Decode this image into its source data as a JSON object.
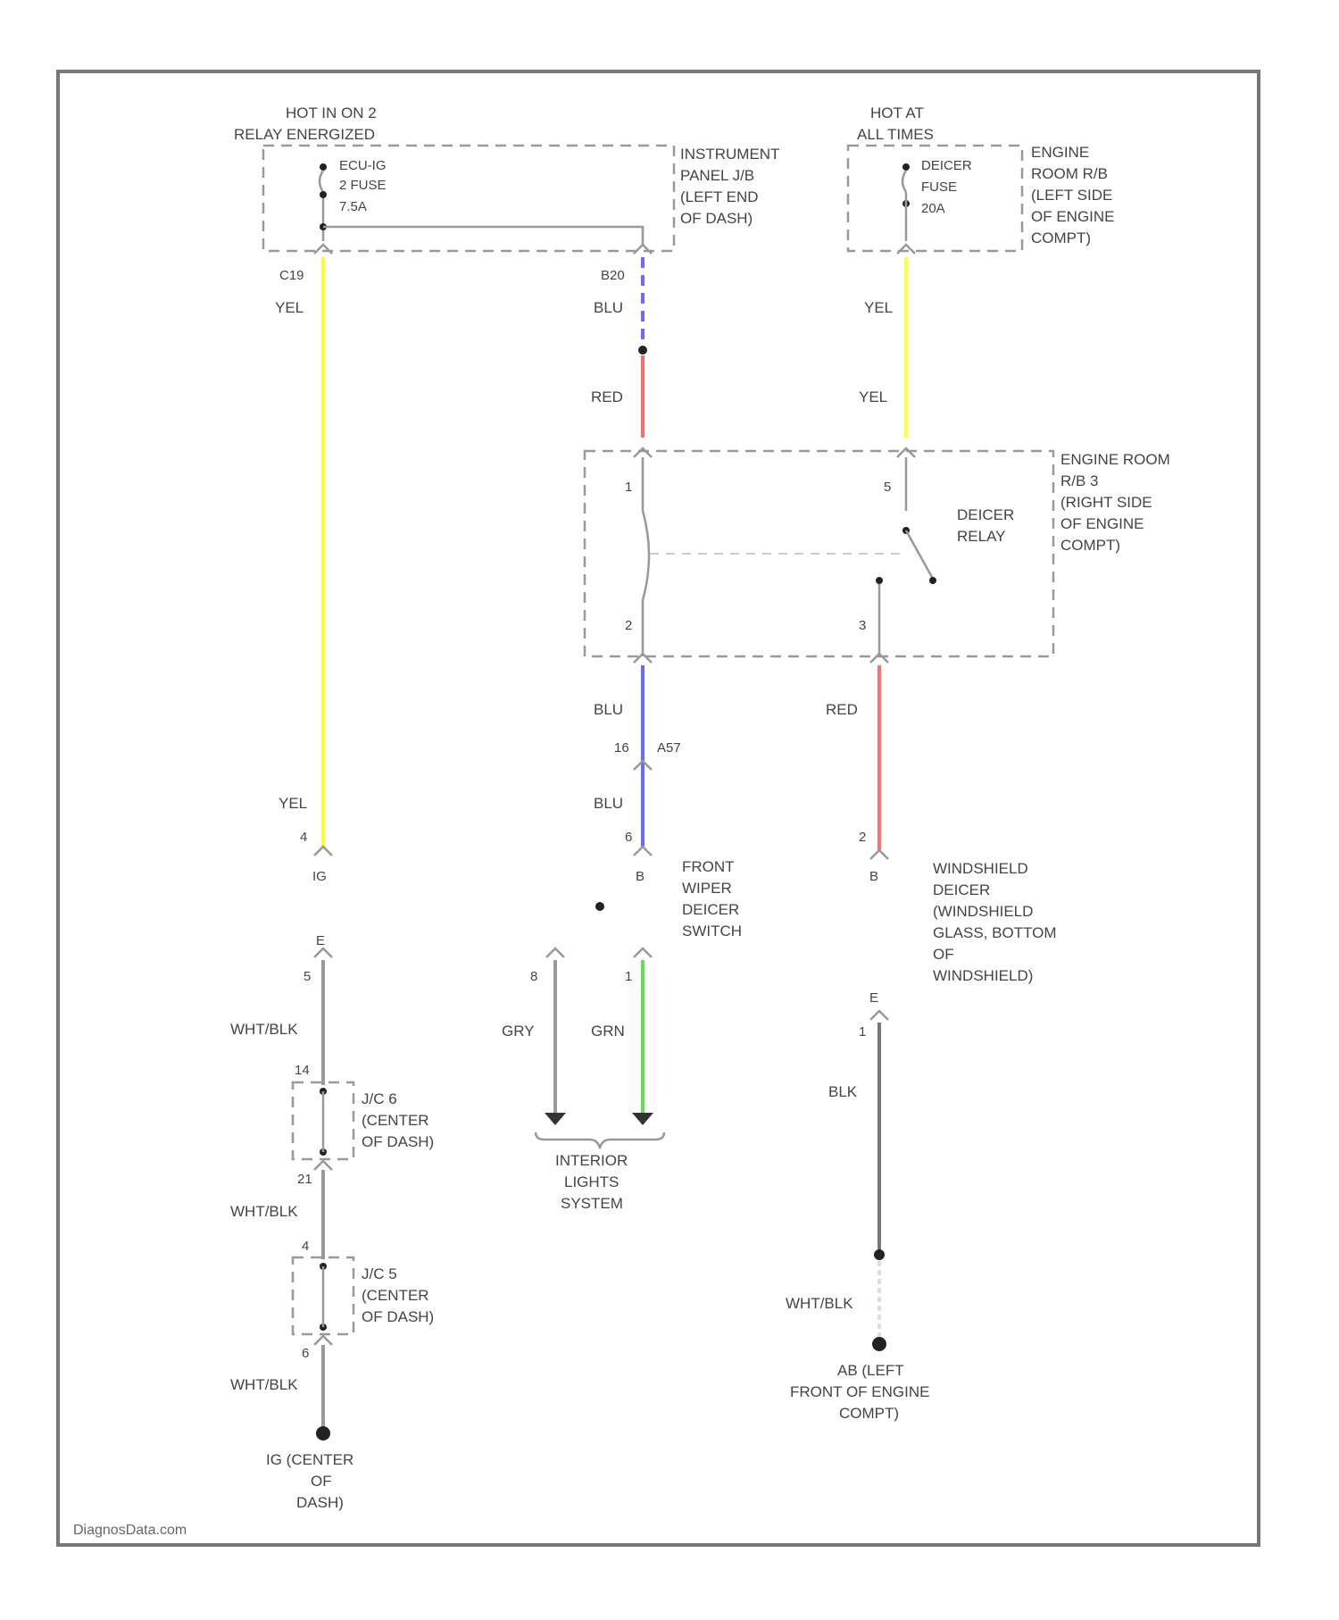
{
  "colors": {
    "yellow": "#ffff33",
    "blue": "#6b6bff",
    "red": "#ff6f6f",
    "green": "#66dd55",
    "gray": "#777777",
    "line": "#999999",
    "frame": "#777777"
  },
  "icons": [
    "fuse-icon",
    "relay-coil-icon",
    "relay-switch-icon",
    "ground-icon",
    "connector-icon"
  ],
  "power": {
    "left": {
      "heading": [
        "HOT IN ON 2",
        "RELAY ENERGIZED"
      ],
      "fuse": [
        "ECU-IG",
        "2 FUSE",
        "7.5A"
      ],
      "panel": [
        "INSTRUMENT",
        "PANEL J/B",
        "(LEFT END",
        "OF DASH)"
      ]
    },
    "right": {
      "heading": [
        "HOT AT",
        "ALL TIMES"
      ],
      "fuse": [
        "DEICER",
        "FUSE",
        "20A"
      ],
      "panel": [
        "ENGINE",
        "ROOM R/B",
        "(LEFT SIDE",
        "OF ENGINE",
        "COMPT)"
      ]
    }
  },
  "pins": {
    "c19": "C19",
    "b20": "B20",
    "relay_1": "1",
    "relay_5": "5",
    "relay_2": "2",
    "relay_3": "3",
    "a57_16": "16",
    "a57": "A57",
    "sw_4": "4",
    "sw_6": "6",
    "sw_5": "5",
    "sw_8": "8",
    "sw_1": "1",
    "def_2": "2",
    "def_1": "1",
    "jc6_top": "14",
    "jc6_bot": "21",
    "jc5_top": "4",
    "jc5_bot": "6"
  },
  "wire_labels": {
    "yel_left_top": "YEL",
    "yel_left_bottom": "YEL",
    "blu_1": "BLU",
    "red_1": "RED",
    "yel_right_1": "YEL",
    "yel_right_2": "YEL",
    "blu_2": "BLU",
    "blu_3": "BLU",
    "red_2": "RED",
    "wht_blk_1": "WHT/BLK",
    "wht_blk_2": "WHT/BLK",
    "wht_blk_3": "WHT/BLK",
    "gry": "GRY",
    "grn": "GRN",
    "blk": "BLK",
    "wht_blk_4": "WHT/BLK"
  },
  "relay": {
    "box": [
      "ENGINE ROOM",
      "R/B 3",
      "(RIGHT SIDE",
      "OF ENGINE",
      "COMPT)"
    ],
    "label": [
      "DEICER",
      "RELAY"
    ]
  },
  "switch": {
    "label": [
      "FRONT",
      "WIPER",
      "DEICER",
      "SWITCH"
    ],
    "internal": [
      "IG",
      "B",
      "E"
    ]
  },
  "deicer": {
    "label": [
      "WINDSHIELD",
      "DEICER",
      "(WINDSHIELD",
      "GLASS, BOTTOM",
      "OF",
      "WINDSHIELD)"
    ],
    "pin_in": "B",
    "pin_out": "E"
  },
  "junctions": {
    "jc6": [
      "J/C 6",
      "(CENTER",
      "OF DASH)"
    ],
    "jc5": [
      "J/C 5",
      "(CENTER",
      "OF DASH)"
    ]
  },
  "interior": [
    "INTERIOR",
    "LIGHTS",
    "SYSTEM"
  ],
  "grounds": {
    "ig": [
      "IG (CENTER",
      "OF",
      "DASH)"
    ],
    "ab": [
      "AB (LEFT",
      "FRONT OF ENGINE",
      "COMPT)"
    ]
  },
  "footer": "DiagnosData.com"
}
